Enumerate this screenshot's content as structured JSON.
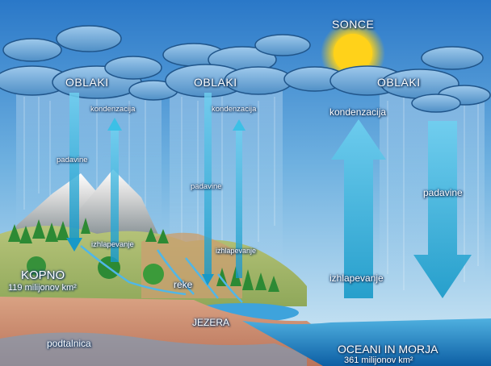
{
  "labels": {
    "sun": "SONCE",
    "clouds": [
      "OBLAKI",
      "OBLAKI",
      "OBLAKI"
    ],
    "condensation": [
      "kondenzacija",
      "kondenzacija",
      "kondenzacija"
    ],
    "precipitation": [
      "padavine",
      "padavine",
      "padavine"
    ],
    "evaporation": [
      "izhlapevanje",
      "izhlapevanje",
      "izhlapevanje"
    ],
    "land_title": "KOPNO",
    "land_area": "119 milijonov km²",
    "rivers": "reke",
    "lakes": "JEZERA",
    "groundwater": "podtalnica",
    "ocean_title": "OCEANI IN MORJA",
    "ocean_area": "361 milijonov km²"
  },
  "colors": {
    "sky_top": "#2f7fd0",
    "sky_bottom": "#cfe6f4",
    "sun": "#ffd21a",
    "arrow": "#2fb4dc",
    "ocean": "#1a83c4",
    "soil": "#c98a6a"
  }
}
